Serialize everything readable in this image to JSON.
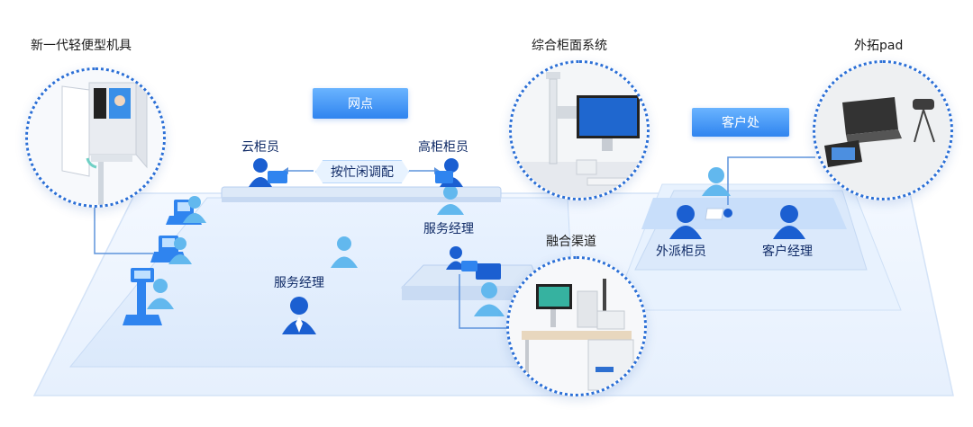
{
  "labels": {
    "new_kiosk": "新一代轻便型机具",
    "integrated_counter": "综合柜面系统",
    "outreach_pad": "外拓pad",
    "branch": "网点",
    "cloud_teller": "云柜员",
    "high_counter_teller": "高柜柜员",
    "dispatch": "按忙闲调配",
    "service_manager_desk": "服务经理",
    "service_manager_floor": "服务经理",
    "fusion_channel": "融合渠道",
    "customer_site": "客户处",
    "field_teller": "外派柜员",
    "customer_manager": "客户经理"
  },
  "colors": {
    "primary": "#2f84ef",
    "person": "#1b5fd1",
    "person_light": "#62b8ee",
    "platform": "#eaf3ff",
    "circle_border": "#2b6fd6"
  }
}
